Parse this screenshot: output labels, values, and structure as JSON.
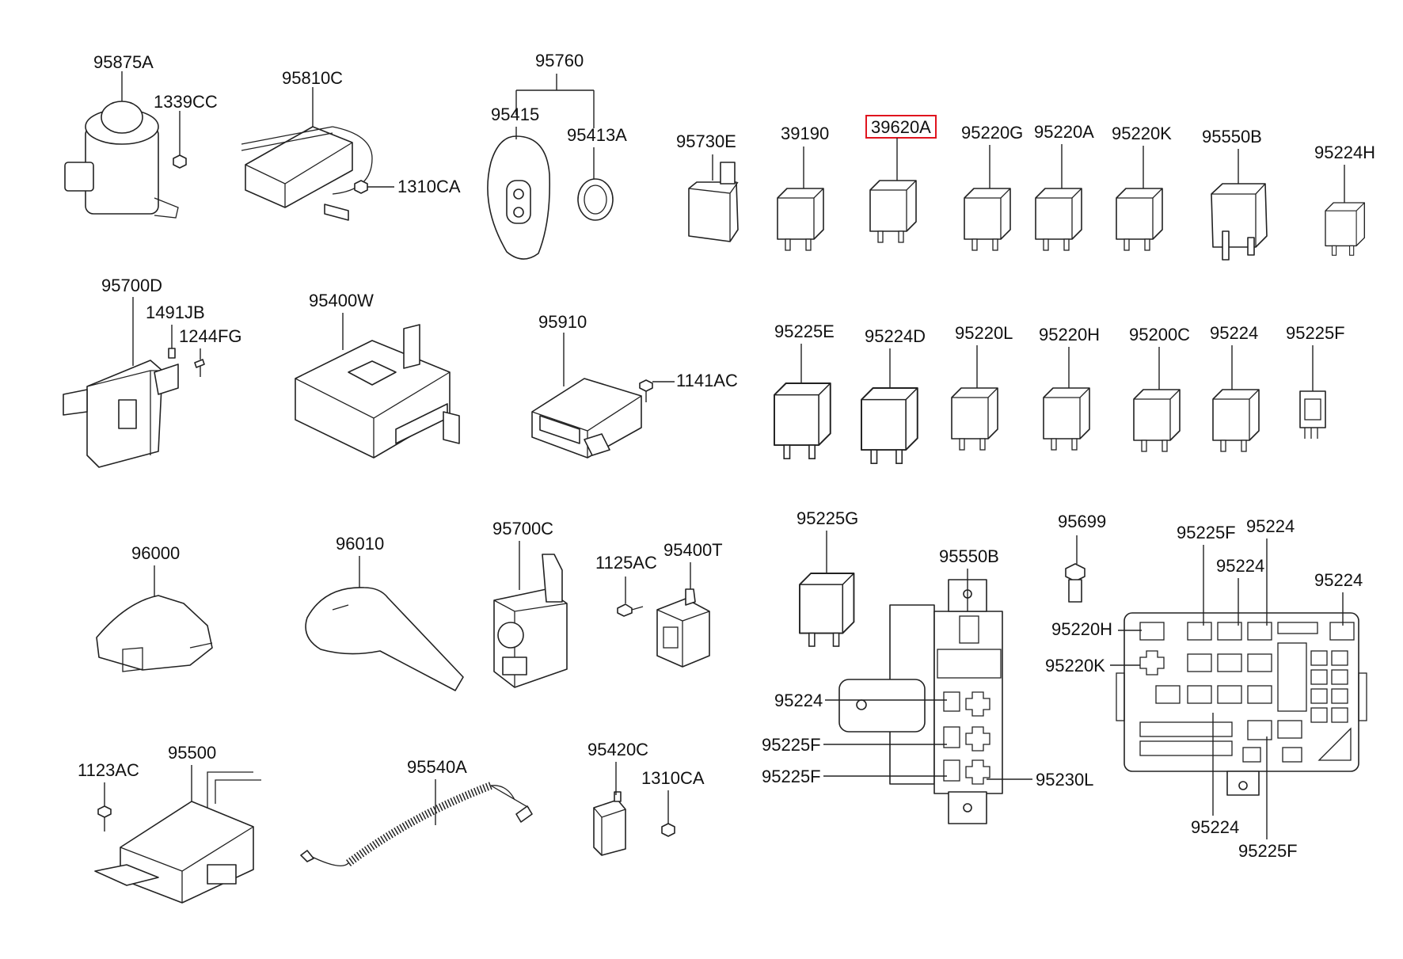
{
  "diagram": {
    "highlight_color": "#e0141e",
    "labels": {
      "p95875A": "95875A",
      "p1339CC": "1339CC",
      "p95810C": "95810C",
      "p1310CA_a": "1310CA",
      "p95760": "95760",
      "p95415": "95415",
      "p95413A": "95413A",
      "p95730E": "95730E",
      "p39190": "39190",
      "p39620A": "39620A",
      "p95220G": "95220G",
      "p95220A": "95220A",
      "p95220K_top": "95220K",
      "p95550B_top": "95550B",
      "p95224H": "95224H",
      "p95700D": "95700D",
      "p1491JB": "1491JB",
      "p1244FG": "1244FG",
      "p95400W": "95400W",
      "p95910": "95910",
      "p1141AC": "1141AC",
      "p95225E": "95225E",
      "p95224D": "95224D",
      "p95220L": "95220L",
      "p95220H_mid": "95220H",
      "p95200C": "95200C",
      "p95224_mid": "95224",
      "p95225F_mid": "95225F",
      "p96000": "96000",
      "p96010": "96010",
      "p95700C": "95700C",
      "p1125AC": "1125AC",
      "p95400T": "95400T",
      "p95225G": "95225G",
      "p95550B_box": "95550B",
      "p95699": "95699",
      "p95225F_r1": "95225F",
      "p95224_r1": "95224",
      "p95224_r2": "95224",
      "p95224_r3": "95224",
      "p95220H_r": "95220H",
      "p95220K_r": "95220K",
      "p95224_c": "95224",
      "p95225F_c1": "95225F",
      "p95225F_c2": "95225F",
      "p95230L": "95230L",
      "p95224_rb": "95224",
      "p95225F_rb": "95225F",
      "p1123AC": "1123AC",
      "p95500": "95500",
      "p95540A": "95540A",
      "p95420C": "95420C",
      "p1310CA_b": "1310CA"
    }
  }
}
